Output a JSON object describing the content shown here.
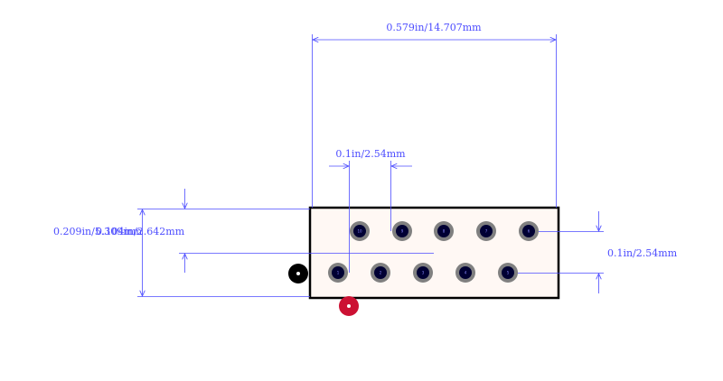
{
  "dimensions": {
    "overall_width": "0.579in/14.707mm",
    "pitch_horizontal": "0.1in/2.54mm",
    "height_overlap_a": "0.209in/5.309mm",
    "height_overlap_b": "0.104in/2.642mm",
    "pitch_vertical": "0.1in/2.54mm"
  },
  "pins": {
    "top_row": [
      "10",
      "9",
      "8",
      "7",
      "6"
    ],
    "bottom_row": [
      "1",
      "2",
      "3",
      "4",
      "5"
    ]
  },
  "colors": {
    "dimension_line": "#4d4dff",
    "outline": "#000000",
    "body_fill": "#fff8f4",
    "pad_ring": "#808080",
    "pad_hole": "#000033",
    "pin1_marker": "#000000",
    "origin_marker": "#cc1133"
  }
}
